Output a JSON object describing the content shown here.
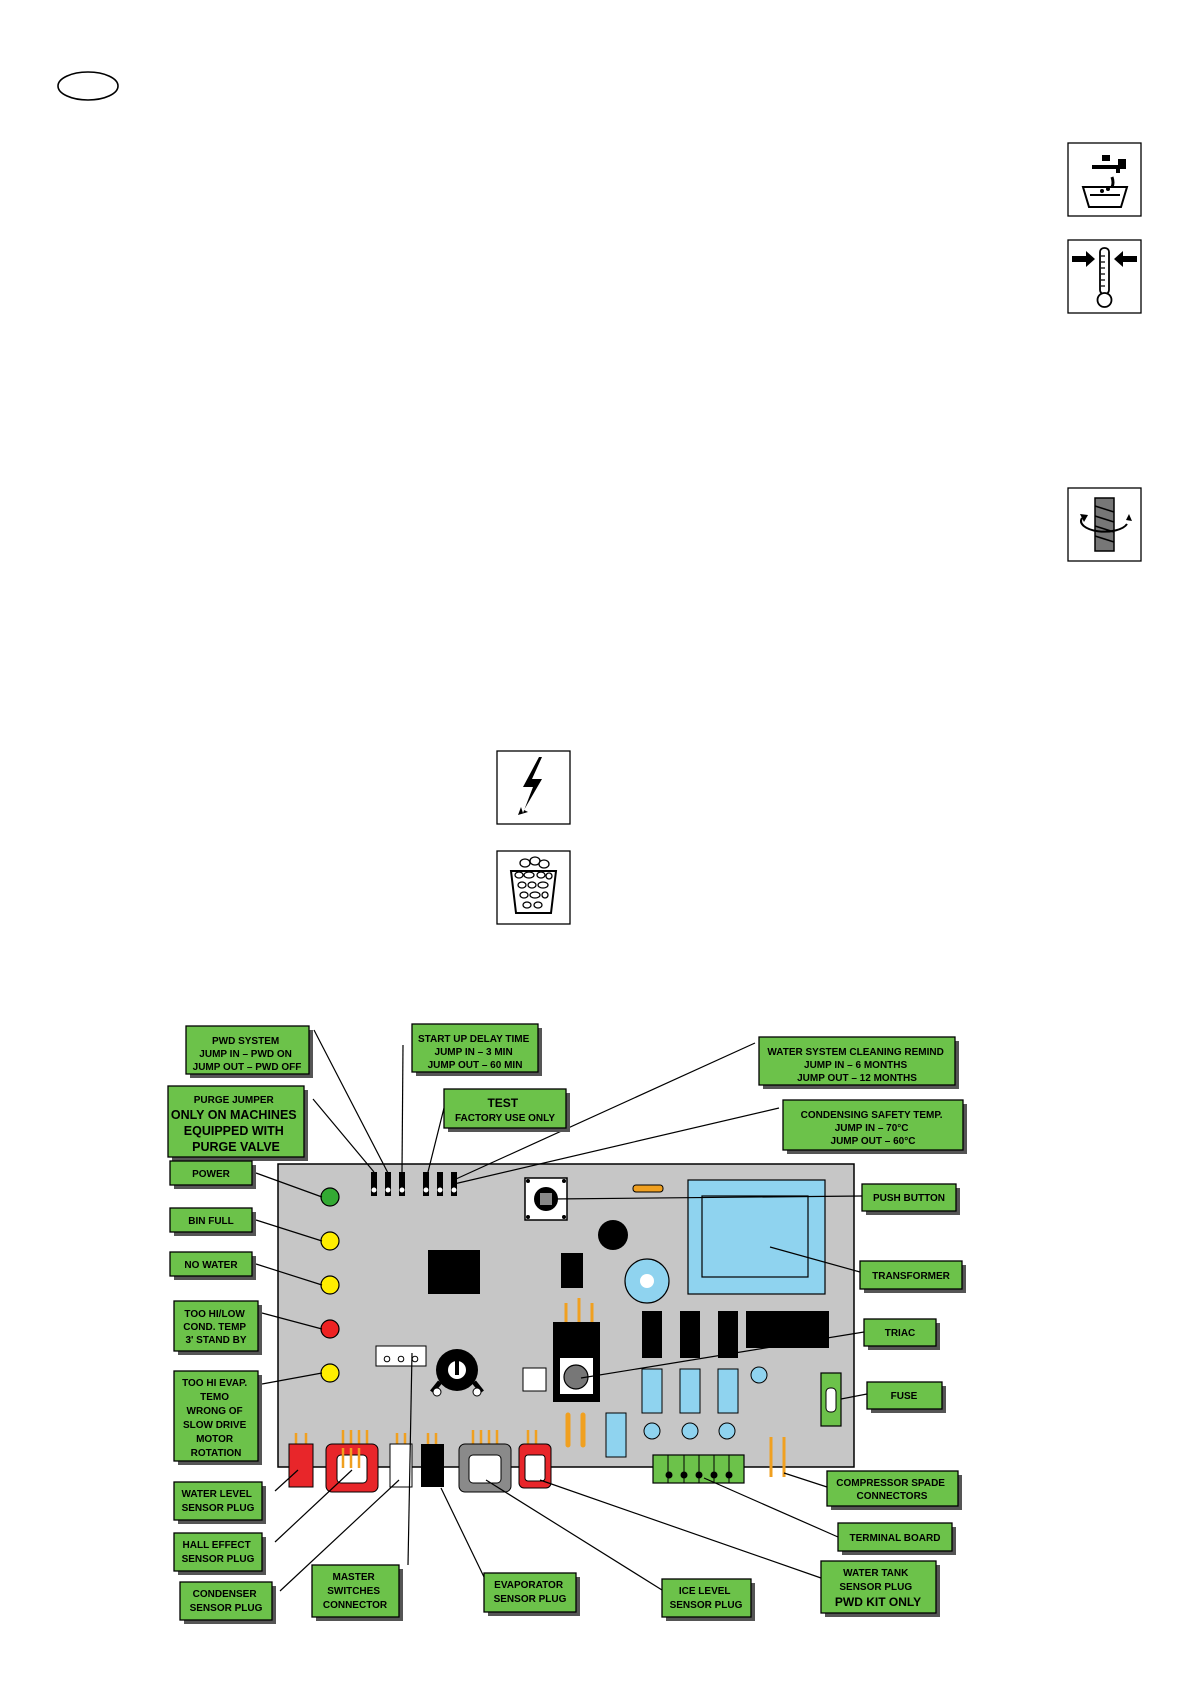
{
  "icons": [
    "water-tap-icon",
    "thermometer-icon",
    "auger-rotation-icon",
    "lightning-icon",
    "ice-bin-icon"
  ],
  "colors": {
    "board": "#c6c6c6",
    "label_green": "#6cc24a",
    "cyan": "#8fd3ef",
    "led_green": "#33aa33",
    "led_yellow": "#ffee00",
    "led_red": "#ee2222",
    "connector_red": "#e8262a",
    "connector_gray": "#8a8a8a",
    "jumper_orange": "#f0a020"
  },
  "labels": {
    "pwd_system": [
      "PWD SYSTEM",
      "JUMP IN – PWD ON",
      "JUMP OUT – PWD OFF"
    ],
    "start_up_delay": [
      "START UP DELAY TIME",
      "JUMP IN – 3 MIN",
      "JUMP OUT – 60 MIN"
    ],
    "water_system_cleaning": [
      "WATER SYSTEM  CLEANING  REMIND",
      "JUMP IN – 6 MONTHS",
      "JUMP OUT – 12 MONTHS"
    ],
    "purge_jumper": [
      "PURGE JUMPER",
      "ONLY ON MACHINES",
      "EQUIPPED WITH",
      "PURGE VALVE"
    ],
    "test": [
      "TEST",
      "FACTORY USE ONLY"
    ],
    "condensing_safety": [
      "CONDENSING SAFETY TEMP.",
      "JUMP IN – 70°C",
      "JUMP OUT – 60°C"
    ],
    "power": [
      "POWER"
    ],
    "bin_full": [
      "BIN FULL"
    ],
    "no_water": [
      "NO WATER"
    ],
    "too_hi_low_cond": [
      "TOO HI/LOW",
      "COND. TEMP",
      "3' STAND BY"
    ],
    "too_hi_evap": [
      "TOO HI EVAP.",
      "TEMO",
      "WRONG OF",
      "SLOW DRIVE",
      "MOTOR",
      "ROTATION"
    ],
    "push_button": [
      "PUSH  BUTTON"
    ],
    "transformer": [
      "TRANSFORMER"
    ],
    "triac": [
      "TRIAC"
    ],
    "fuse": [
      "FUSE"
    ],
    "compressor_spade": [
      "COMPRESSOR SPADE",
      "CONNECTORS"
    ],
    "terminal_board": [
      "TERMINAL BOARD"
    ],
    "water_tank": [
      "WATER TANK",
      "SENSOR PLUG",
      "PWD KIT ONLY"
    ],
    "water_level": [
      "WATER LEVEL",
      "SENSOR PLUG"
    ],
    "hall_effect": [
      "HALL EFFECT",
      "SENSOR PLUG"
    ],
    "condenser": [
      "CONDENSER",
      "SENSOR PLUG"
    ],
    "master_switches": [
      "MASTER",
      "SWITCHES",
      "CONNECTOR"
    ],
    "evaporator": [
      "EVAPORATOR",
      "SENSOR PLUG"
    ],
    "ice_level": [
      "ICE LEVEL",
      "SENSOR PLUG"
    ]
  }
}
